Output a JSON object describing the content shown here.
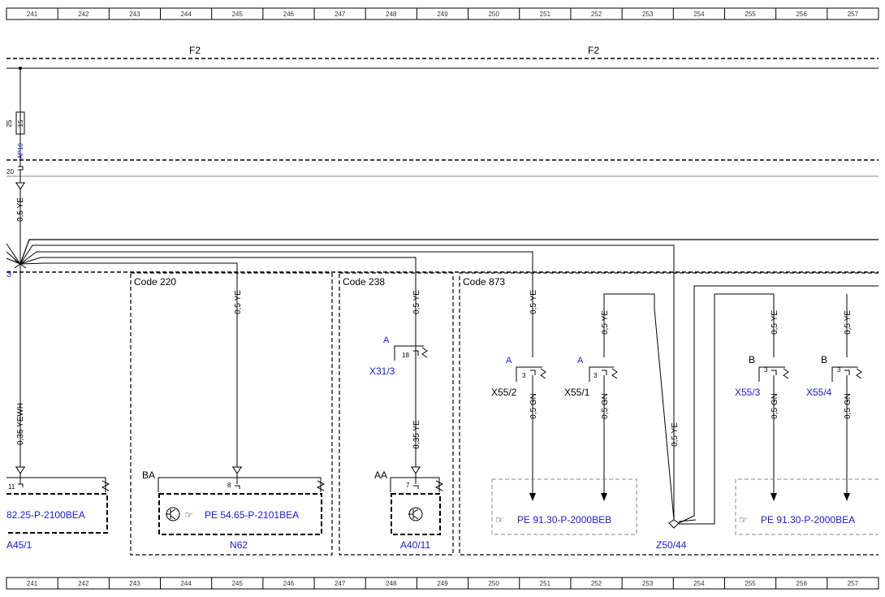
{
  "ruler": {
    "columns": [
      "241",
      "242",
      "243",
      "244",
      "245",
      "246",
      "247",
      "248",
      "249",
      "250",
      "251",
      "252",
      "253",
      "254",
      "255",
      "256",
      "257"
    ]
  },
  "fuse_box": {
    "label_left": "F2",
    "label_right": "F2",
    "fuse_number": "15",
    "fuse_side_label": "25",
    "fuse_ref": "AP10",
    "pin": "20"
  },
  "main_wire": {
    "label": "0,5 YE"
  },
  "splice": {
    "label": "3"
  },
  "a45": {
    "wire": "0,35 YEWH",
    "pin": "11",
    "pe": "82.25-P-2100BEA",
    "name": "A45/1"
  },
  "code220": {
    "title": "Code 220",
    "wire": "0,5 YE",
    "conn": "BA",
    "pin": "8",
    "pe": "PE 54.65-P-2101BEA",
    "name": "N62"
  },
  "code238": {
    "title": "Code 238",
    "wire_top": "0,5 YE",
    "x31_letter": "A",
    "x31_pin": "18",
    "x31_name": "X31/3",
    "wire_bottom": "0,35 YE",
    "conn": "AA",
    "pin": "7",
    "name": "A40/11"
  },
  "code873": {
    "title": "Code 873",
    "x55_2": {
      "letter": "A",
      "pin": "3",
      "name": "X55/2",
      "wire_top": "0,5 YE",
      "wire_bottom": "0,5 GN"
    },
    "x55_1": {
      "letter": "A",
      "pin": "3",
      "name": "X55/1",
      "wire_top": "0,5 YE",
      "wire_bottom": "0,5 GN"
    },
    "x55_3": {
      "letter": "B",
      "pin": "3",
      "name": "X55/3",
      "wire_top": "0,5 YE",
      "wire_bottom": "0,5 GN"
    },
    "x55_4": {
      "letter": "B",
      "pin": "3",
      "name": "X55/4",
      "wire_top": "0,5 YE",
      "wire_bottom": "0,5 GN"
    },
    "z50_wire": "0,5 YE",
    "z50_name": "Z50/44",
    "pe_left": "PE 91.30-P-2000BEB",
    "pe_right": "PE 91.30-P-2000BEA"
  }
}
